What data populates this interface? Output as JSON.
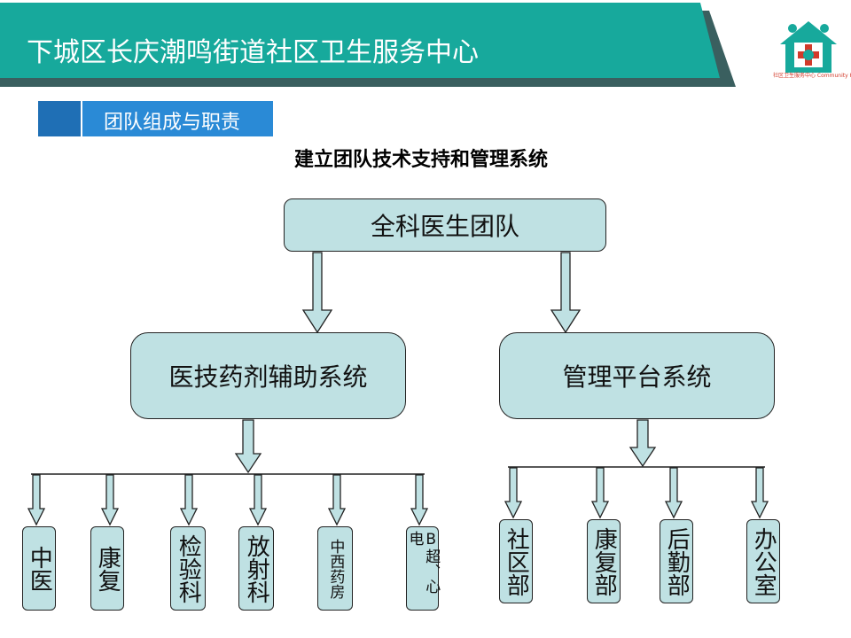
{
  "header": {
    "title": "下城区长庆潮鸣街道社区卫生服务中心"
  },
  "logo": {
    "caption": "社区卫生服务中心 Community Health Center"
  },
  "section": {
    "label": "团队组成与职责"
  },
  "diagram": {
    "subtitle": "建立团队技术支持和管理系统",
    "root": "全科医生团队",
    "left": {
      "label": "医技药剂辅助系统",
      "children": [
        "中医",
        "康复",
        "检验科",
        "放射科",
        "中西药房",
        "B超、心电"
      ]
    },
    "right": {
      "label": "管理平台系统",
      "children": [
        "社区部",
        "康复部",
        "后勤部",
        "办公室"
      ]
    }
  },
  "colors": {
    "banner": "#17a99c",
    "box_fill": "#bfe1e3",
    "section": "#2a8ad6"
  }
}
